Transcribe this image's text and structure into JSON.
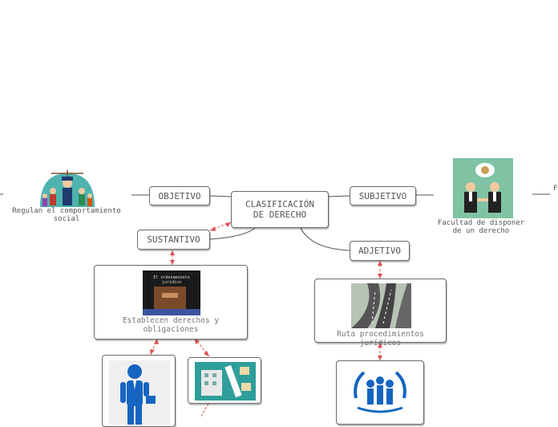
{
  "central": {
    "line1": "CLASIFICACIÓN",
    "line2": "DE DERECHO"
  },
  "nodes": {
    "objetivo": "OBJETIVO",
    "subjetivo": "SUBJETIVO",
    "sustantivo": "SUSTANTIVO",
    "adjetivo": "ADJETIVO"
  },
  "captions": {
    "objetivo_image": "Regulan el comportamiento social",
    "subjetivo_image": "Facultad de disponer de un derecho",
    "sustantivo_card": "Establecen derechos y obligaciones",
    "adjetivo_card": "Ruta procedimientos jurídicos",
    "slide_title": "El ordenamiento jurídico"
  },
  "edge_label": "F",
  "colors": {
    "border": "#6a6a6a",
    "text": "#555555",
    "connector": "#555555",
    "dashed_link": "#e05050"
  }
}
